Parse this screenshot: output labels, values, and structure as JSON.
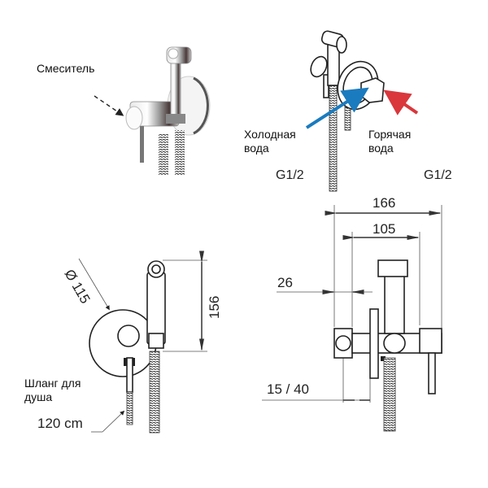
{
  "labels": {
    "mixer": "Смеситель",
    "cold_water_line1": "Холодная",
    "cold_water_line2": "вода",
    "hot_water_line1": "Горячая",
    "hot_water_line2": "вода",
    "thread_left": "G1/2",
    "thread_right": "G1/2",
    "hose_line1": "Шланг для",
    "hose_line2": "душа"
  },
  "dimensions": {
    "diameter": "Ø 115",
    "height": "156",
    "hose_length": "120 cm",
    "overall_depth": "166",
    "inner_depth": "105",
    "connector": "26",
    "wall_offset": "15 / 40"
  },
  "colors": {
    "cold_arrow": "#1a7bbf",
    "hot_arrow": "#d9373c"
  }
}
